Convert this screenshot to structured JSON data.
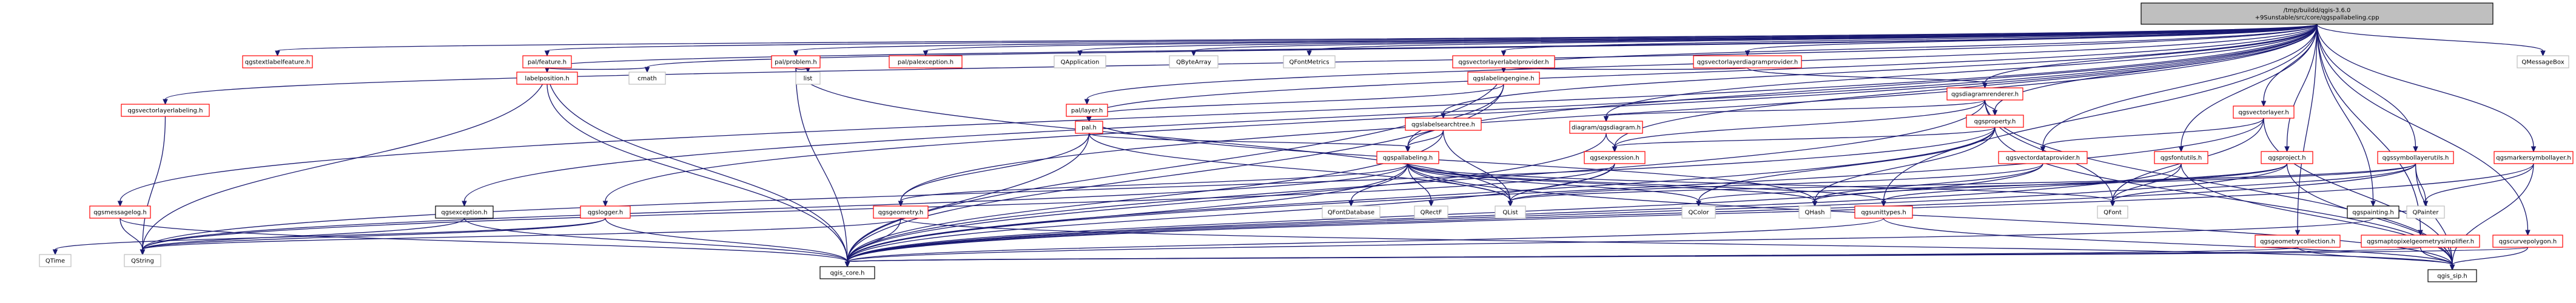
{
  "graph": {
    "root": "n_root",
    "nodes": [
      {
        "id": "n_root",
        "label": [
          "/tmp/buildd/qgis-3.6.0",
          "+9Sunstable/src/core/qgspallabeling.cpp"
        ],
        "kind": "root"
      },
      {
        "id": "n_textlabelfeature",
        "label": [
          "qgstextlabelfeature.h"
        ],
        "kind": "red"
      },
      {
        "id": "n_palfeature",
        "label": [
          "pal/feature.h"
        ],
        "kind": "red"
      },
      {
        "id": "n_labelposition",
        "label": [
          "labelposition.h"
        ],
        "kind": "red"
      },
      {
        "id": "n_cmath",
        "label": [
          "cmath"
        ],
        "kind": "ext"
      },
      {
        "id": "n_palproblem",
        "label": [
          "pal/problem.h"
        ],
        "kind": "red"
      },
      {
        "id": "n_list",
        "label": [
          "list"
        ],
        "kind": "ext"
      },
      {
        "id": "n_palexception",
        "label": [
          "pal/palexception.h"
        ],
        "kind": "red"
      },
      {
        "id": "n_qapplication",
        "label": [
          "QApplication"
        ],
        "kind": "ext"
      },
      {
        "id": "n_qbytearray",
        "label": [
          "QByteArray"
        ],
        "kind": "ext"
      },
      {
        "id": "n_qfontmetrics",
        "label": [
          "QFontMetrics"
        ],
        "kind": "ext"
      },
      {
        "id": "n_vlp",
        "label": [
          "qgsvectorlayerlabelprovider.h"
        ],
        "kind": "red"
      },
      {
        "id": "n_vldp",
        "label": [
          "qgsvectorlayerdiagramprovider.h"
        ],
        "kind": "red"
      },
      {
        "id": "n_qmessagebox",
        "label": [
          "QMessageBox"
        ],
        "kind": "ext"
      },
      {
        "id": "n_vllabeling",
        "label": [
          "qgsvectorlayerlabeling.h"
        ],
        "kind": "red"
      },
      {
        "id": "n_pallayer",
        "label": [
          "pal/layer.h"
        ],
        "kind": "red"
      },
      {
        "id": "n_labelingengine",
        "label": [
          "qgslabelingengine.h"
        ],
        "kind": "red"
      },
      {
        "id": "n_pal",
        "label": [
          "pal.h"
        ],
        "kind": "red"
      },
      {
        "id": "n_diagramrenderer",
        "label": [
          "qgsdiagramrenderer.h"
        ],
        "kind": "red"
      },
      {
        "id": "n_labelsearchtree",
        "label": [
          "qgslabelsearchtree.h"
        ],
        "kind": "red"
      },
      {
        "id": "n_diagram",
        "label": [
          "diagram/qgsdiagram.h"
        ],
        "kind": "red"
      },
      {
        "id": "n_property",
        "label": [
          "qgsproperty.h"
        ],
        "kind": "red"
      },
      {
        "id": "n_vectorlayer",
        "label": [
          "qgsvectorlayer.h"
        ],
        "kind": "red"
      },
      {
        "id": "n_pallabeling",
        "label": [
          "qgspallabeling.h"
        ],
        "kind": "red"
      },
      {
        "id": "n_expression",
        "label": [
          "qgsexpression.h"
        ],
        "kind": "red"
      },
      {
        "id": "n_vdp",
        "label": [
          "qgsvectordataprovider.h"
        ],
        "kind": "red"
      },
      {
        "id": "n_fontutils",
        "label": [
          "qgsfontutils.h"
        ],
        "kind": "red"
      },
      {
        "id": "n_project",
        "label": [
          "qgsproject.h"
        ],
        "kind": "red"
      },
      {
        "id": "n_symbollayerutils",
        "label": [
          "qgssymbollayerutils.h"
        ],
        "kind": "red"
      },
      {
        "id": "n_markersymbollayer",
        "label": [
          "qgsmarkersymbollayer.h"
        ],
        "kind": "red"
      },
      {
        "id": "n_painting",
        "label": [
          "qgspainting.h"
        ],
        "kind": "black"
      },
      {
        "id": "n_messagelog",
        "label": [
          "qgsmessagelog.h"
        ],
        "kind": "red"
      },
      {
        "id": "n_exception",
        "label": [
          "qgsexception.h"
        ],
        "kind": "black"
      },
      {
        "id": "n_logger",
        "label": [
          "qgslogger.h"
        ],
        "kind": "red"
      },
      {
        "id": "n_geometry",
        "label": [
          "qgsgeometry.h"
        ],
        "kind": "red"
      },
      {
        "id": "n_qfontdatabase",
        "label": [
          "QFontDatabase"
        ],
        "kind": "ext"
      },
      {
        "id": "n_qrectf",
        "label": [
          "QRectF"
        ],
        "kind": "ext"
      },
      {
        "id": "n_qlist",
        "label": [
          "QList"
        ],
        "kind": "ext"
      },
      {
        "id": "n_qcolor",
        "label": [
          "QColor"
        ],
        "kind": "ext"
      },
      {
        "id": "n_qhash",
        "label": [
          "QHash"
        ],
        "kind": "ext"
      },
      {
        "id": "n_unittypes",
        "label": [
          "qgsunittypes.h"
        ],
        "kind": "red"
      },
      {
        "id": "n_qfont",
        "label": [
          "QFont"
        ],
        "kind": "ext"
      },
      {
        "id": "n_qpainter",
        "label": [
          "QPainter"
        ],
        "kind": "ext"
      },
      {
        "id": "n_geomcollection",
        "label": [
          "qgsgeometrycollection.h"
        ],
        "kind": "red"
      },
      {
        "id": "n_maptopixel",
        "label": [
          "qgsmaptopixelgeometrysimplifier.h"
        ],
        "kind": "red"
      },
      {
        "id": "n_curvepolygon",
        "label": [
          "qgscurvepolygon.h"
        ],
        "kind": "red"
      },
      {
        "id": "n_qtime",
        "label": [
          "QTime"
        ],
        "kind": "ext"
      },
      {
        "id": "n_qstring",
        "label": [
          "QString"
        ],
        "kind": "ext"
      },
      {
        "id": "n_core",
        "label": [
          "qgis_core.h"
        ],
        "kind": "black"
      },
      {
        "id": "n_sip",
        "label": [
          "qgis_sip.h"
        ],
        "kind": "black"
      }
    ],
    "edges": [
      [
        "n_root",
        "n_textlabelfeature"
      ],
      [
        "n_root",
        "n_palfeature"
      ],
      [
        "n_root",
        "n_labelposition"
      ],
      [
        "n_root",
        "n_cmath"
      ],
      [
        "n_root",
        "n_palproblem"
      ],
      [
        "n_root",
        "n_palexception"
      ],
      [
        "n_root",
        "n_qapplication"
      ],
      [
        "n_root",
        "n_qbytearray"
      ],
      [
        "n_root",
        "n_qfontmetrics"
      ],
      [
        "n_root",
        "n_vlp"
      ],
      [
        "n_root",
        "n_vldp"
      ],
      [
        "n_root",
        "n_qmessagebox"
      ],
      [
        "n_root",
        "n_vllabeling"
      ],
      [
        "n_root",
        "n_pallayer"
      ],
      [
        "n_root",
        "n_labelingengine"
      ],
      [
        "n_root",
        "n_pal"
      ],
      [
        "n_root",
        "n_diagramrenderer"
      ],
      [
        "n_root",
        "n_labelsearchtree"
      ],
      [
        "n_root",
        "n_diagram"
      ],
      [
        "n_root",
        "n_property"
      ],
      [
        "n_root",
        "n_vectorlayer"
      ],
      [
        "n_root",
        "n_pallabeling"
      ],
      [
        "n_root",
        "n_expression"
      ],
      [
        "n_root",
        "n_vdp"
      ],
      [
        "n_root",
        "n_fontutils"
      ],
      [
        "n_root",
        "n_project"
      ],
      [
        "n_root",
        "n_symbollayerutils"
      ],
      [
        "n_root",
        "n_markersymbollayer"
      ],
      [
        "n_root",
        "n_painting"
      ],
      [
        "n_root",
        "n_messagelog"
      ],
      [
        "n_root",
        "n_exception"
      ],
      [
        "n_root",
        "n_logger"
      ],
      [
        "n_root",
        "n_geometry"
      ],
      [
        "n_root",
        "n_geomcollection"
      ],
      [
        "n_root",
        "n_maptopixel"
      ],
      [
        "n_root",
        "n_curvepolygon"
      ],
      [
        "n_root",
        "n_unittypes"
      ],
      [
        "n_palfeature",
        "n_labelposition"
      ],
      [
        "n_palfeature",
        "n_cmath"
      ],
      [
        "n_palfeature",
        "n_core"
      ],
      [
        "n_palfeature",
        "n_qstring"
      ],
      [
        "n_labelposition",
        "n_core"
      ],
      [
        "n_palproblem",
        "n_list"
      ],
      [
        "n_palproblem",
        "n_core"
      ],
      [
        "n_palproblem",
        "n_qlist"
      ],
      [
        "n_vlp",
        "n_labelingengine"
      ],
      [
        "n_vlp",
        "n_core"
      ],
      [
        "n_vldp",
        "n_labelingengine"
      ],
      [
        "n_vldp",
        "n_diagramrenderer"
      ],
      [
        "n_vllabeling",
        "n_qstring"
      ],
      [
        "n_pallayer",
        "n_pal"
      ],
      [
        "n_pallayer",
        "n_qhash"
      ],
      [
        "n_labelingengine",
        "n_pal"
      ],
      [
        "n_labelingengine",
        "n_pallabeling"
      ],
      [
        "n_labelingengine",
        "n_core"
      ],
      [
        "n_pal",
        "n_pallabeling"
      ],
      [
        "n_pal",
        "n_geometry"
      ],
      [
        "n_pal",
        "n_qlist"
      ],
      [
        "n_pal",
        "n_core"
      ],
      [
        "n_diagramrenderer",
        "n_diagram"
      ],
      [
        "n_diagramrenderer",
        "n_property"
      ],
      [
        "n_diagramrenderer",
        "n_expression"
      ],
      [
        "n_diagramrenderer",
        "n_qfont"
      ],
      [
        "n_diagramrenderer",
        "n_core"
      ],
      [
        "n_diagramrenderer",
        "n_sip"
      ],
      [
        "n_labelsearchtree",
        "n_pallabeling"
      ],
      [
        "n_labelsearchtree",
        "n_qlist"
      ],
      [
        "n_labelsearchtree",
        "n_core"
      ],
      [
        "n_diagram",
        "n_expression"
      ],
      [
        "n_diagram",
        "n_core"
      ],
      [
        "n_property",
        "n_expression"
      ],
      [
        "n_property",
        "n_qcolor"
      ],
      [
        "n_property",
        "n_qhash"
      ],
      [
        "n_property",
        "n_core"
      ],
      [
        "n_property",
        "n_sip"
      ],
      [
        "n_property",
        "n_qstring"
      ],
      [
        "n_vectorlayer",
        "n_vdp"
      ],
      [
        "n_vectorlayer",
        "n_qfont"
      ],
      [
        "n_vectorlayer",
        "n_core"
      ],
      [
        "n_vectorlayer",
        "n_sip"
      ],
      [
        "n_pallabeling",
        "n_geometry"
      ],
      [
        "n_pallabeling",
        "n_qfontdatabase"
      ],
      [
        "n_pallabeling",
        "n_qrectf"
      ],
      [
        "n_pallabeling",
        "n_qlist"
      ],
      [
        "n_pallabeling",
        "n_qcolor"
      ],
      [
        "n_pallabeling",
        "n_qhash"
      ],
      [
        "n_pallabeling",
        "n_unittypes"
      ],
      [
        "n_pallabeling",
        "n_qfont"
      ],
      [
        "n_pallabeling",
        "n_core"
      ],
      [
        "n_pallabeling",
        "n_sip"
      ],
      [
        "n_pallabeling",
        "n_qstring"
      ],
      [
        "n_expression",
        "n_qlist"
      ],
      [
        "n_expression",
        "n_core"
      ],
      [
        "n_expression",
        "n_qstring"
      ],
      [
        "n_vdp",
        "n_qlist"
      ],
      [
        "n_vdp",
        "n_qhash"
      ],
      [
        "n_vdp",
        "n_core"
      ],
      [
        "n_fontutils",
        "n_qfont"
      ],
      [
        "n_fontutils",
        "n_core"
      ],
      [
        "n_fontutils",
        "n_sip"
      ],
      [
        "n_project",
        "n_unittypes"
      ],
      [
        "n_project",
        "n_qhash"
      ],
      [
        "n_project",
        "n_core"
      ],
      [
        "n_project",
        "n_sip"
      ],
      [
        "n_symbollayerutils",
        "n_qfont"
      ],
      [
        "n_symbollayerutils",
        "n_qpainter"
      ],
      [
        "n_symbollayerutils",
        "n_core"
      ],
      [
        "n_symbollayerutils",
        "n_sip"
      ],
      [
        "n_symbollayerutils",
        "n_qlist"
      ],
      [
        "n_symbollayerutils",
        "n_qcolor"
      ],
      [
        "n_markersymbollayer",
        "n_qpainter"
      ],
      [
        "n_markersymbollayer",
        "n_core"
      ],
      [
        "n_markersymbollayer",
        "n_sip"
      ],
      [
        "n_painting",
        "n_qpainter"
      ],
      [
        "n_painting",
        "n_core"
      ],
      [
        "n_messagelog",
        "n_qstring"
      ],
      [
        "n_messagelog",
        "n_core"
      ],
      [
        "n_exception",
        "n_qstring"
      ],
      [
        "n_exception",
        "n_core"
      ],
      [
        "n_logger",
        "n_qtime"
      ],
      [
        "n_logger",
        "n_qstring"
      ],
      [
        "n_logger",
        "n_core"
      ],
      [
        "n_geometry",
        "n_qstring"
      ],
      [
        "n_geometry",
        "n_core"
      ],
      [
        "n_geometry",
        "n_sip"
      ],
      [
        "n_unittypes",
        "n_core"
      ],
      [
        "n_unittypes",
        "n_sip"
      ],
      [
        "n_geomcollection",
        "n_core"
      ],
      [
        "n_geomcollection",
        "n_sip"
      ],
      [
        "n_maptopixel",
        "n_core"
      ],
      [
        "n_maptopixel",
        "n_sip"
      ],
      [
        "n_curvepolygon",
        "n_core"
      ],
      [
        "n_curvepolygon",
        "n_sip"
      ]
    ]
  },
  "colors": {
    "edge": "#191970",
    "red_border": "#ff0000",
    "black_border": "#000000",
    "ext_border": "#bfbfbf",
    "root_fill": "#bfbfbf",
    "node_fill": "#ffffff",
    "text": "#000000"
  }
}
